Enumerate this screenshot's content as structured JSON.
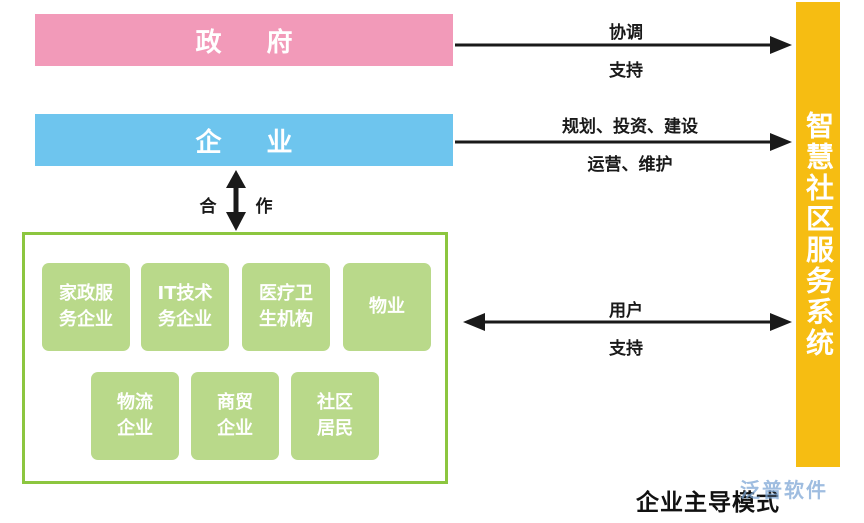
{
  "government": {
    "label": "政 府"
  },
  "enterprise": {
    "label": "企 业"
  },
  "cooperation": {
    "left": "合",
    "right": "作"
  },
  "gov_arrow": {
    "line1": "协调",
    "line2": "支持"
  },
  "ent_arrow": {
    "line1": "规划、投资、建设",
    "line2": "运营、维护"
  },
  "user_arrow": {
    "line1": "用户",
    "line2": "支持"
  },
  "smart_system": {
    "label": "智慧社区服务系统"
  },
  "tiles": [
    {
      "label": "家政服\n务企业"
    },
    {
      "label": "IT技术\n务企业"
    },
    {
      "label": "医疗卫\n生机构"
    },
    {
      "label": "物业"
    },
    {
      "label": "物流\n企业"
    },
    {
      "label": "商贸\n企业"
    },
    {
      "label": "社区\n居民"
    }
  ],
  "diagram_title": "企业主导模式",
  "watermark": "泛普软件",
  "colors": {
    "gov_bar": "#f29ab9",
    "ent_bar": "#6ec5ee",
    "system_column": "#f6bd12",
    "tile_fill": "#b9d98a",
    "box_border": "#8cc63f"
  }
}
